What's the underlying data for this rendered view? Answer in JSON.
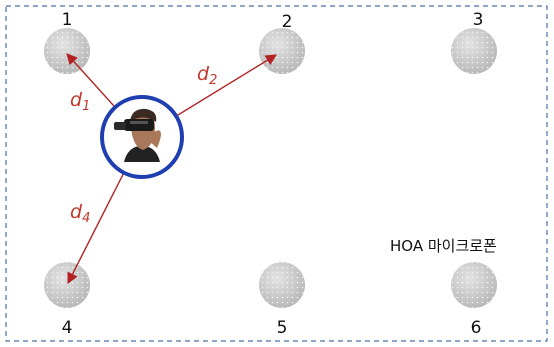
{
  "colors": {
    "border": "#4a6fa5",
    "mic_fill": "#c9c9c9",
    "arrow": "#b22222",
    "label": "#c0392b",
    "ring": "#1f3fb0"
  },
  "microphones": [
    {
      "label": "1"
    },
    {
      "label": "2"
    },
    {
      "label": "3"
    },
    {
      "label": "4"
    },
    {
      "label": "5"
    },
    {
      "label": "6"
    }
  ],
  "distances": [
    {
      "main": "d",
      "sub": "1"
    },
    {
      "main": "d",
      "sub": "2"
    },
    {
      "main": "d",
      "sub": "4"
    }
  ],
  "caption": "HOA 마이크로폰",
  "listener": {
    "icon": "vr-headset-user-icon"
  }
}
